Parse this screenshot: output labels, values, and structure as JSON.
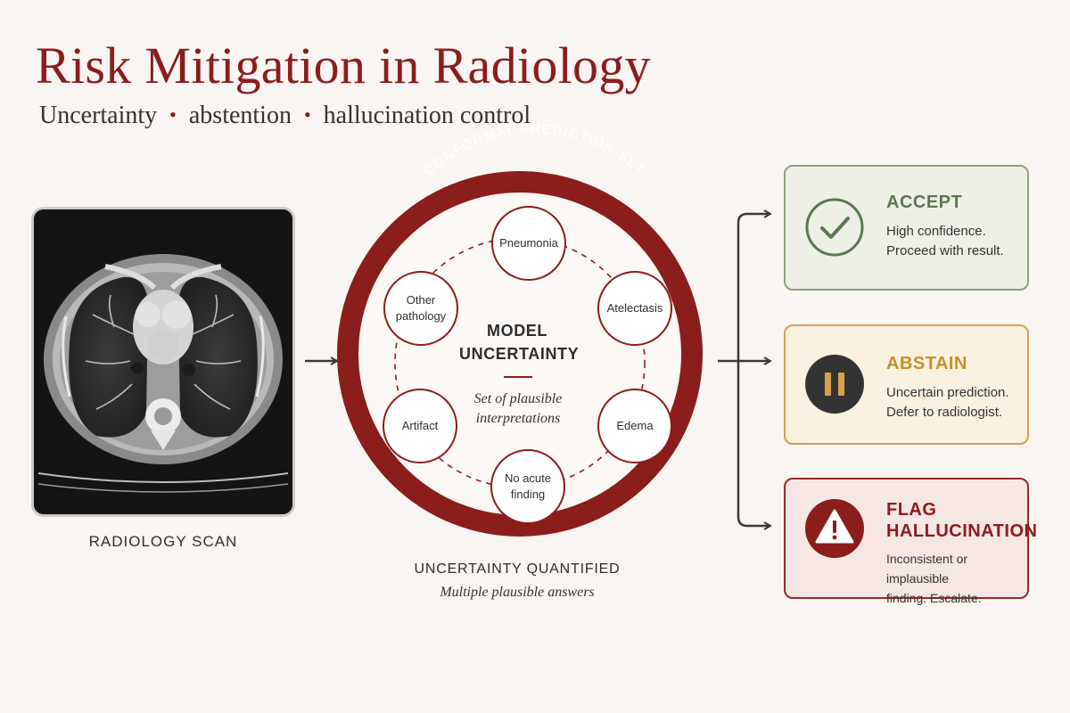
{
  "header": {
    "title": "Risk Mitigation in Radiology",
    "subtitle_parts": [
      "Uncertainty",
      "abstention",
      "hallucination control"
    ],
    "separator": "•"
  },
  "scan": {
    "label": "RADIOLOGY SCAN"
  },
  "prediction_set": {
    "ring_label": "CONFORMAL PREDICTION SET",
    "center_title_line1": "MODEL",
    "center_title_line2": "UNCERTAINTY",
    "center_desc_line1": "Set of plausible",
    "center_desc_line2": "interpretations",
    "nodes": [
      {
        "line1": "Pneumonia",
        "line2": ""
      },
      {
        "line1": "Atelectasis",
        "line2": ""
      },
      {
        "line1": "Edema",
        "line2": ""
      },
      {
        "line1": "No acute",
        "line2": "finding"
      },
      {
        "line1": "Artifact",
        "line2": ""
      },
      {
        "line1": "Other",
        "line2": "pathology"
      }
    ],
    "caption_title": "UNCERTAINTY QUANTIFIED",
    "caption_sub": "Multiple plausible answers"
  },
  "outcomes": {
    "accept": {
      "title_line1": "ACCEPT",
      "title_line2": "",
      "desc_line1": "High confidence.",
      "desc_line2": "Proceed with result."
    },
    "abstain": {
      "title_line1": "ABSTAIN",
      "title_line2": "",
      "desc_line1": "Uncertain prediction.",
      "desc_line2": "Defer to radiologist."
    },
    "flag": {
      "title_line1": "FLAG",
      "title_line2": "HALLUCINATION",
      "desc_line1": "Inconsistent or implausible",
      "desc_line2": "finding. Escalate."
    }
  },
  "colors": {
    "brand_red": "#8c1d1d",
    "accept_green": "#5c7751",
    "abstain_amber": "#c8912f",
    "background": "#f8f5f2"
  },
  "icons": {
    "accept": "check-circle-icon",
    "abstain": "pause-circle-icon",
    "flag": "warning-triangle-icon"
  }
}
